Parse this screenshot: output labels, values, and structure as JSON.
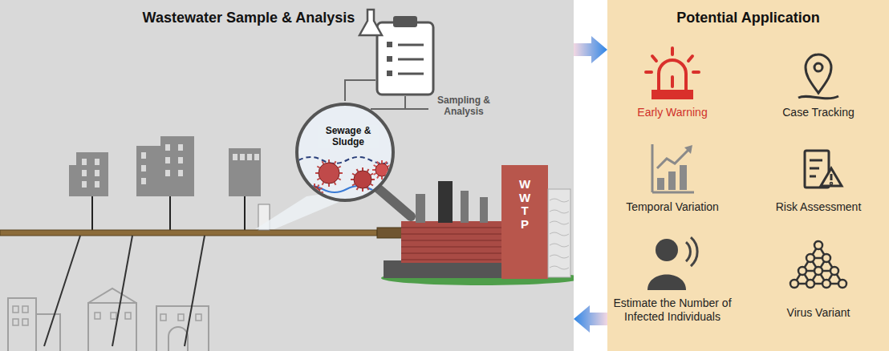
{
  "diagram": {
    "nodes": [
      {
        "text": [
          "Wastewater Sample & Analysis"
        ]
      },
      {
        "text": [
          "Potential Application"
        ]
      },
      {
        "text": [
          "Sewage & Sludge"
        ],
        "in": 0
      }
    ],
    "edges": [
      {
        "from": 0,
        "to": 1,
        "arrow": "to"
      },
      {
        "from": 1,
        "to": 0,
        "arrow": "to"
      }
    ],
    "labels": [
      "Sampling & Analysis",
      "WWTP",
      "Early Warning",
      "Case Tracking",
      "Temporal Variation",
      "Risk Assessment",
      "Estimate the Number of Infected Individuals",
      "Virus Variant"
    ]
  }
}
